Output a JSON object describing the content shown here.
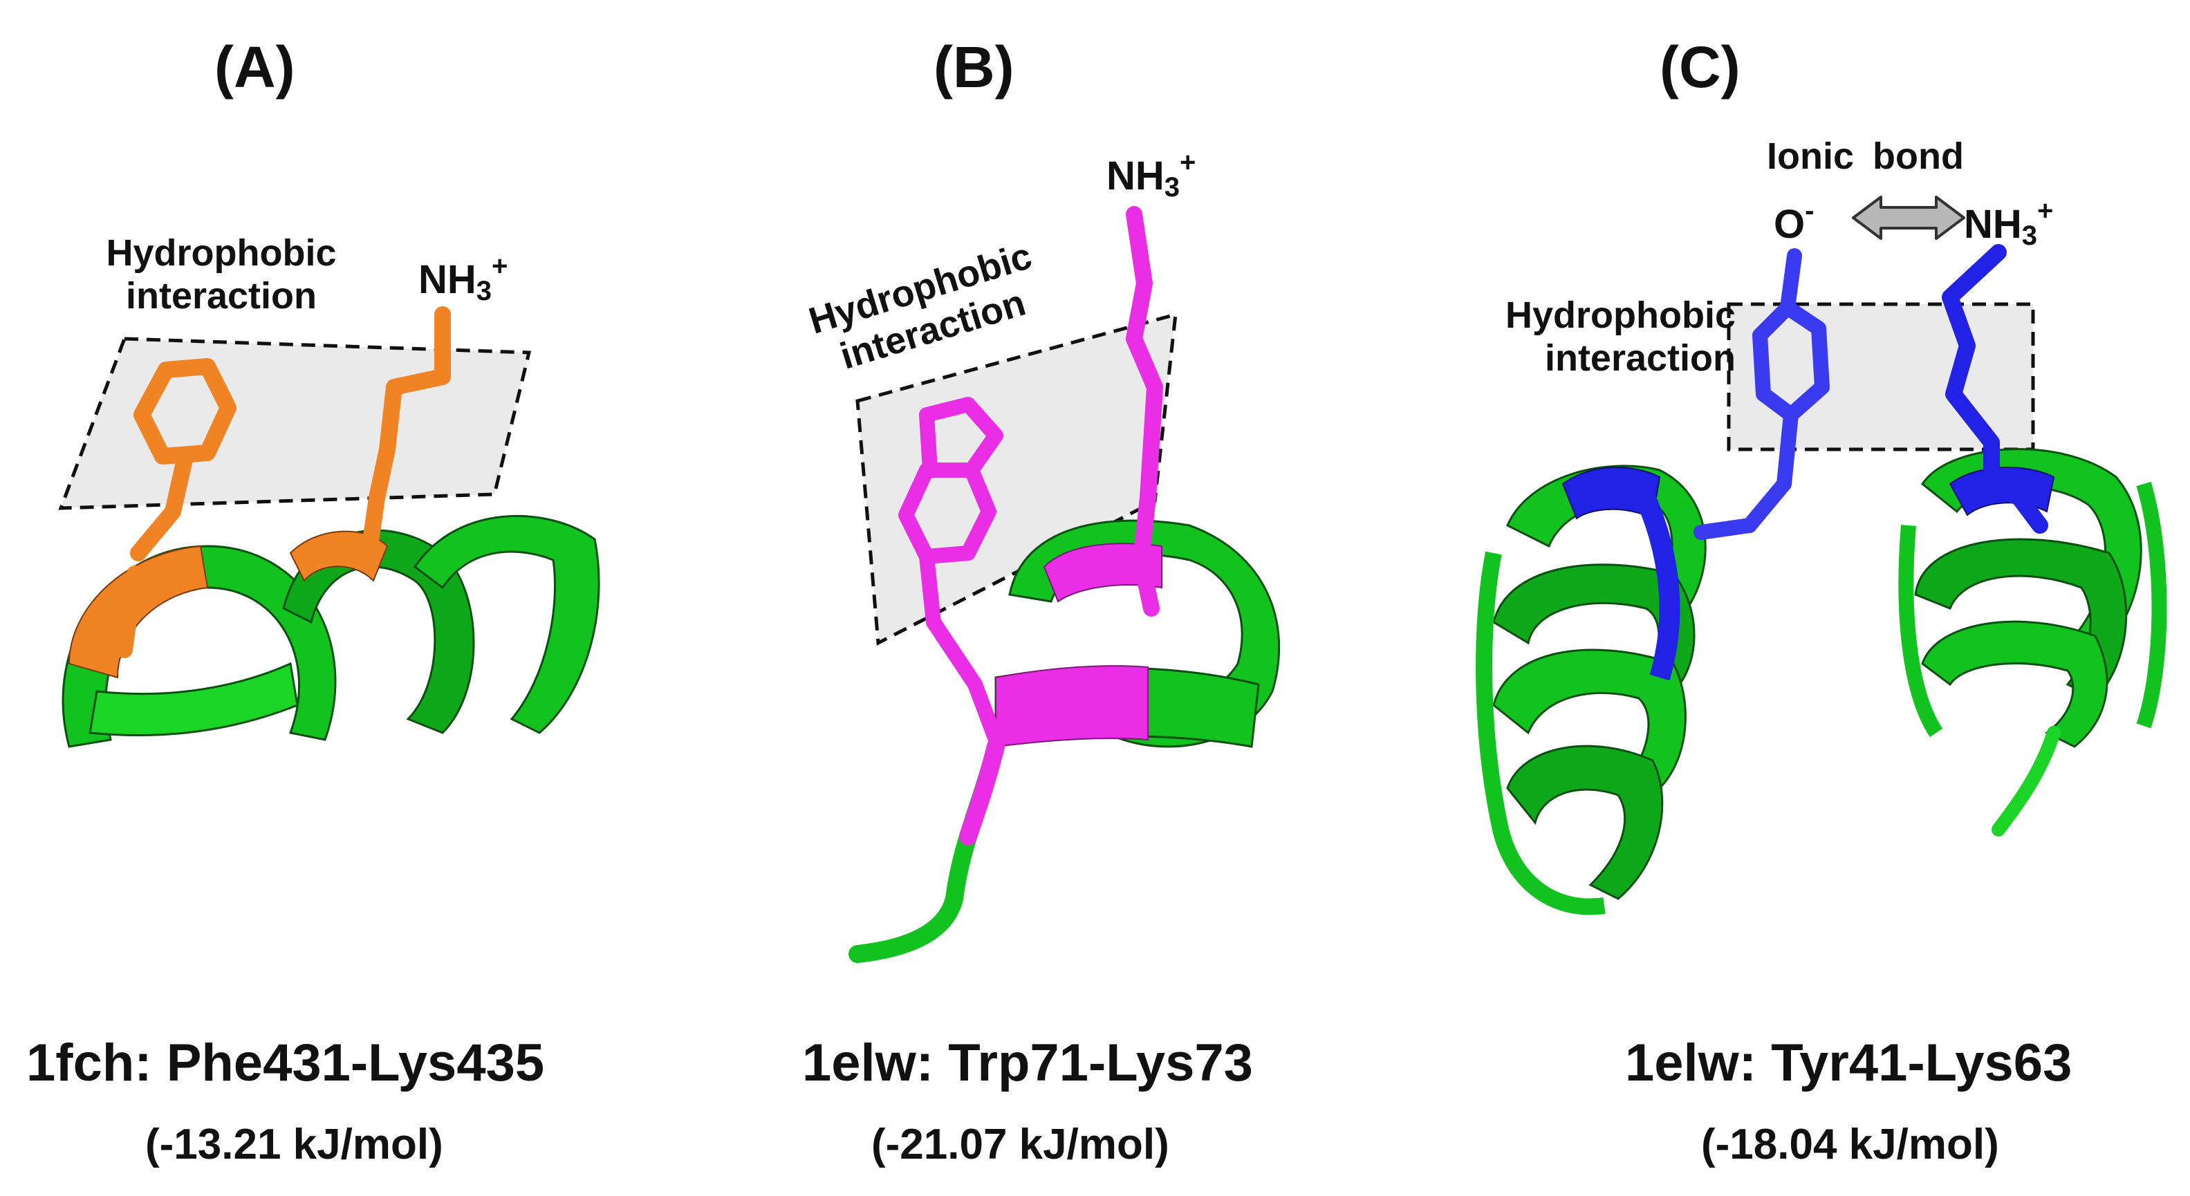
{
  "panels": [
    {
      "label": "(A)",
      "interaction_label": "Hydrophobic interaction",
      "group": {
        "name": "NH",
        "sub": "3",
        "sup": "+"
      },
      "title": "1fch: Phe431-Lys435",
      "energy": "(-13.21 kJ/mol)",
      "colors": {
        "helix": "#12c21e",
        "residue": "#f08323"
      }
    },
    {
      "label": "(B)",
      "interaction_label": "Hydrophobic interaction",
      "group": {
        "name": "NH",
        "sub": "3",
        "sup": "+"
      },
      "title": "1elw: Trp71-Lys73",
      "energy": "(-21.07 kJ/mol)",
      "colors": {
        "helix": "#12c21e",
        "residue": "#ea2ee6"
      }
    },
    {
      "label": "(C)",
      "bond_label": "Ionic bond",
      "interaction_label": "Hydrophobic interaction",
      "anion": {
        "name": "O",
        "sup": "-"
      },
      "group": {
        "name": "NH",
        "sub": "3",
        "sup": "+"
      },
      "title": "1elw: Tyr41-Lys63",
      "energy": "(-18.04 kJ/mol)",
      "colors": {
        "helix": "#12c21e",
        "residue": "#2222e6"
      }
    }
  ]
}
